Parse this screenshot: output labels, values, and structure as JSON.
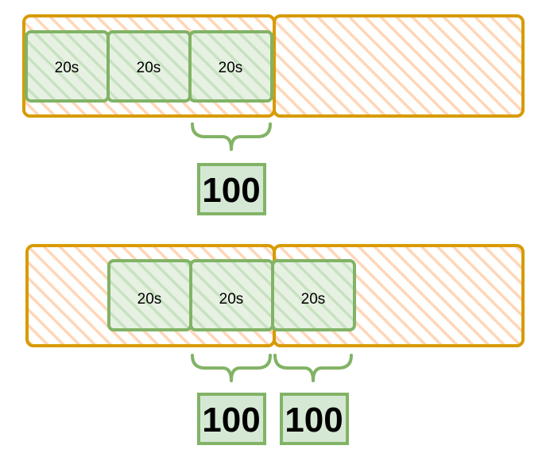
{
  "colors": {
    "window_stroke": "#d79b00",
    "window_hatch": "#ffd6b8",
    "segment_stroke": "#82b366",
    "segment_fill": "#d5e8d4",
    "text": "#000000"
  },
  "top_scenario": {
    "windows": [
      "",
      ""
    ],
    "segments": [
      {
        "label": "20s"
      },
      {
        "label": "20s"
      },
      {
        "label": "20s"
      }
    ],
    "counts": [
      {
        "label": "100"
      }
    ]
  },
  "bottom_scenario": {
    "windows": [
      "",
      ""
    ],
    "segments": [
      {
        "label": "20s"
      },
      {
        "label": "20s"
      },
      {
        "label": "20s"
      }
    ],
    "counts": [
      {
        "label": "100"
      },
      {
        "label": "100"
      }
    ]
  }
}
